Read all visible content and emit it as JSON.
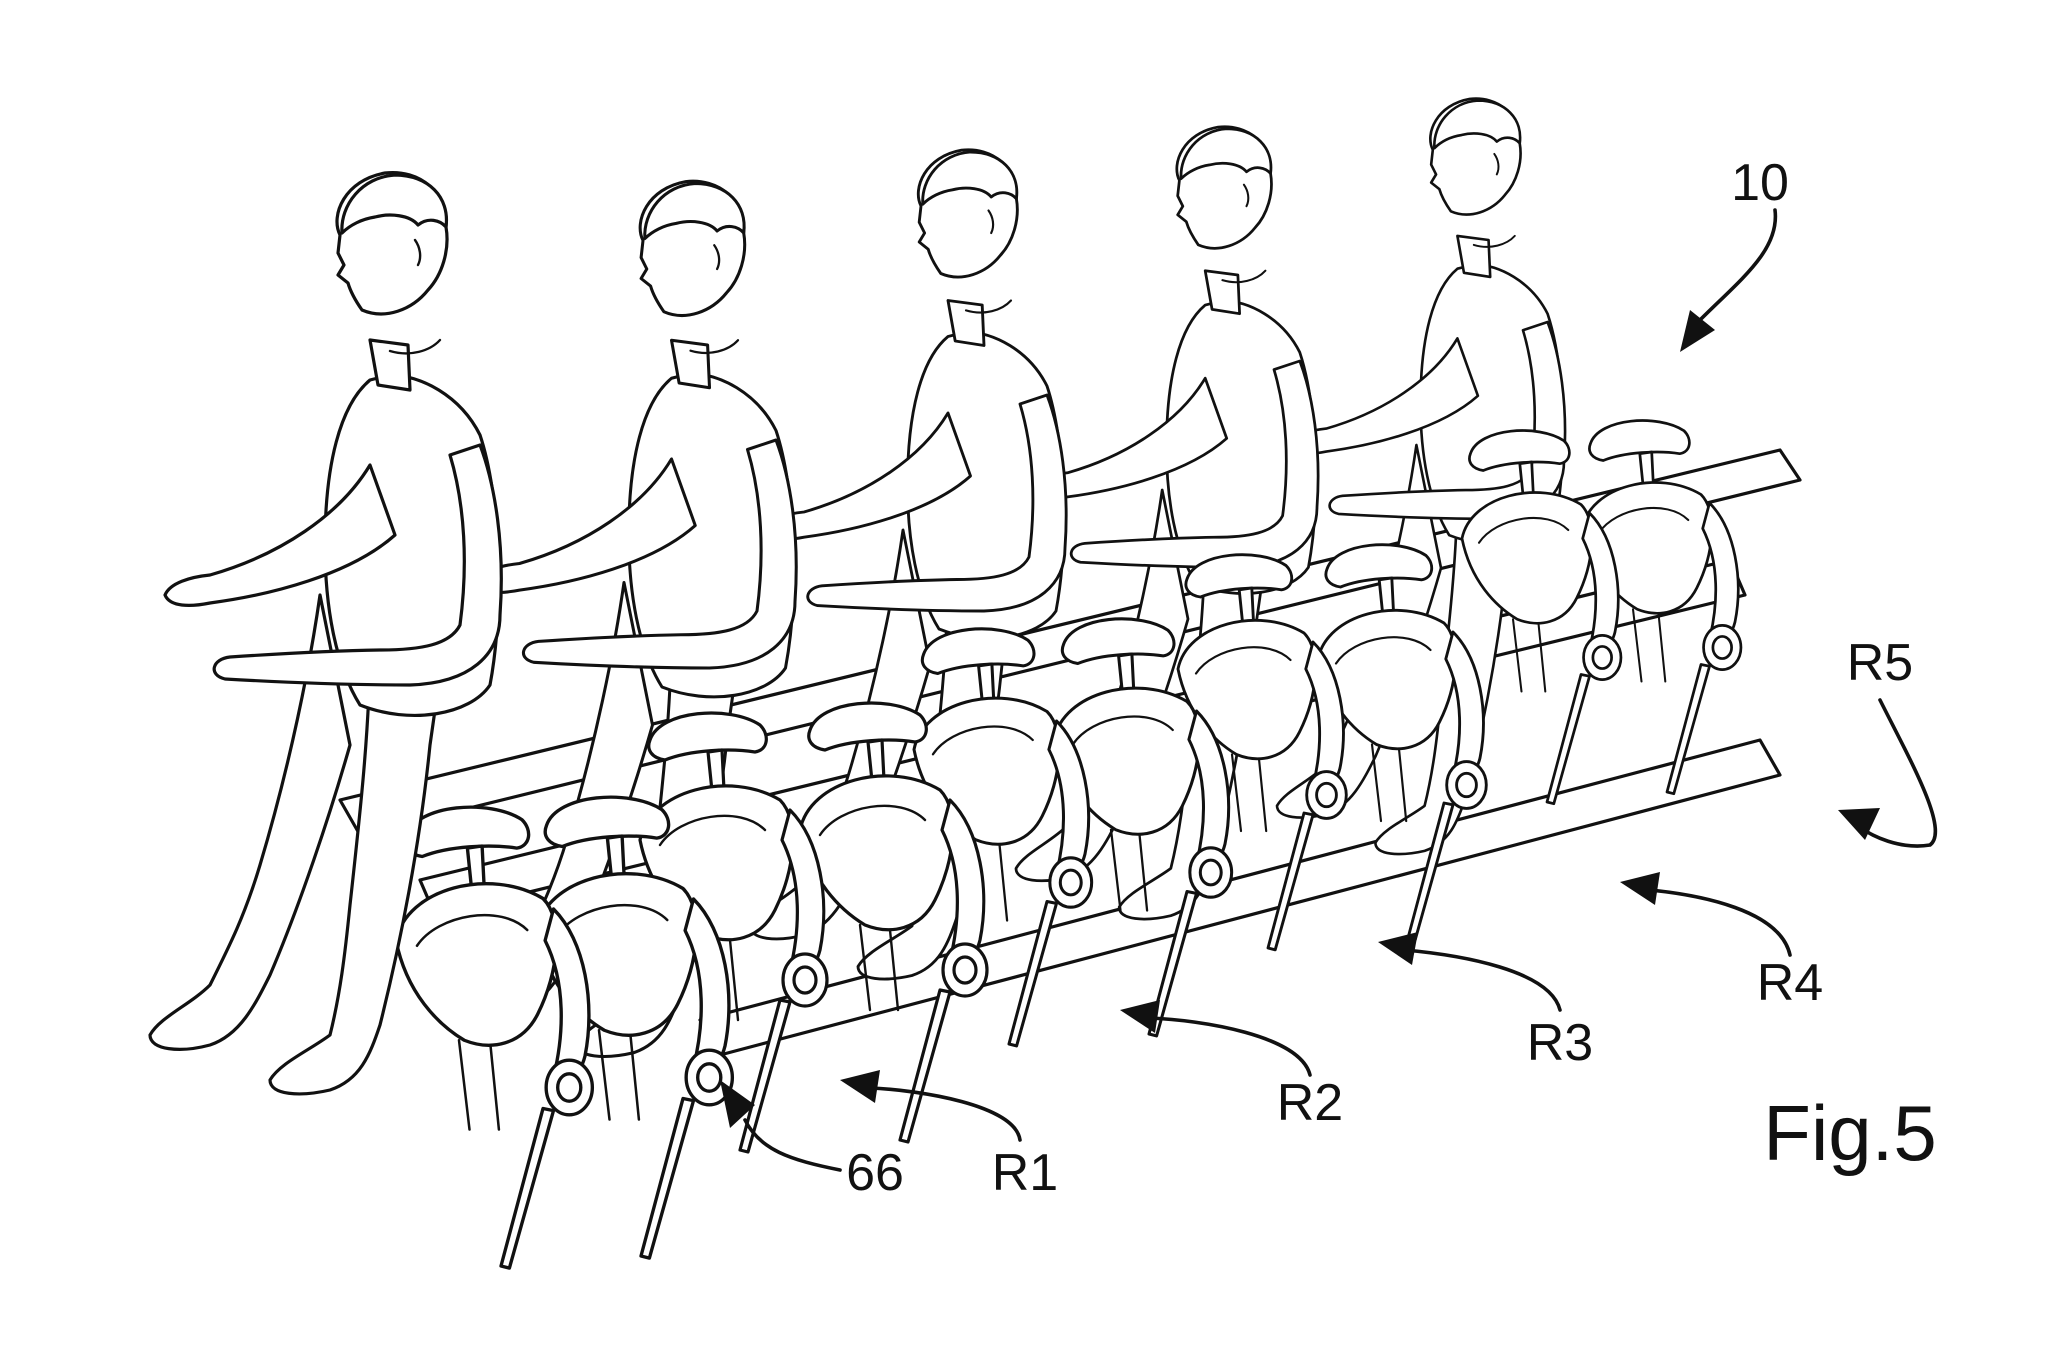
{
  "figure": {
    "caption": "Fig.5",
    "reference_labels": {
      "assembly": "10",
      "row_1": "R1",
      "row_2": "R2",
      "row_3": "R3",
      "row_4": "R4",
      "row_5": "R5",
      "frame": "66"
    }
  }
}
